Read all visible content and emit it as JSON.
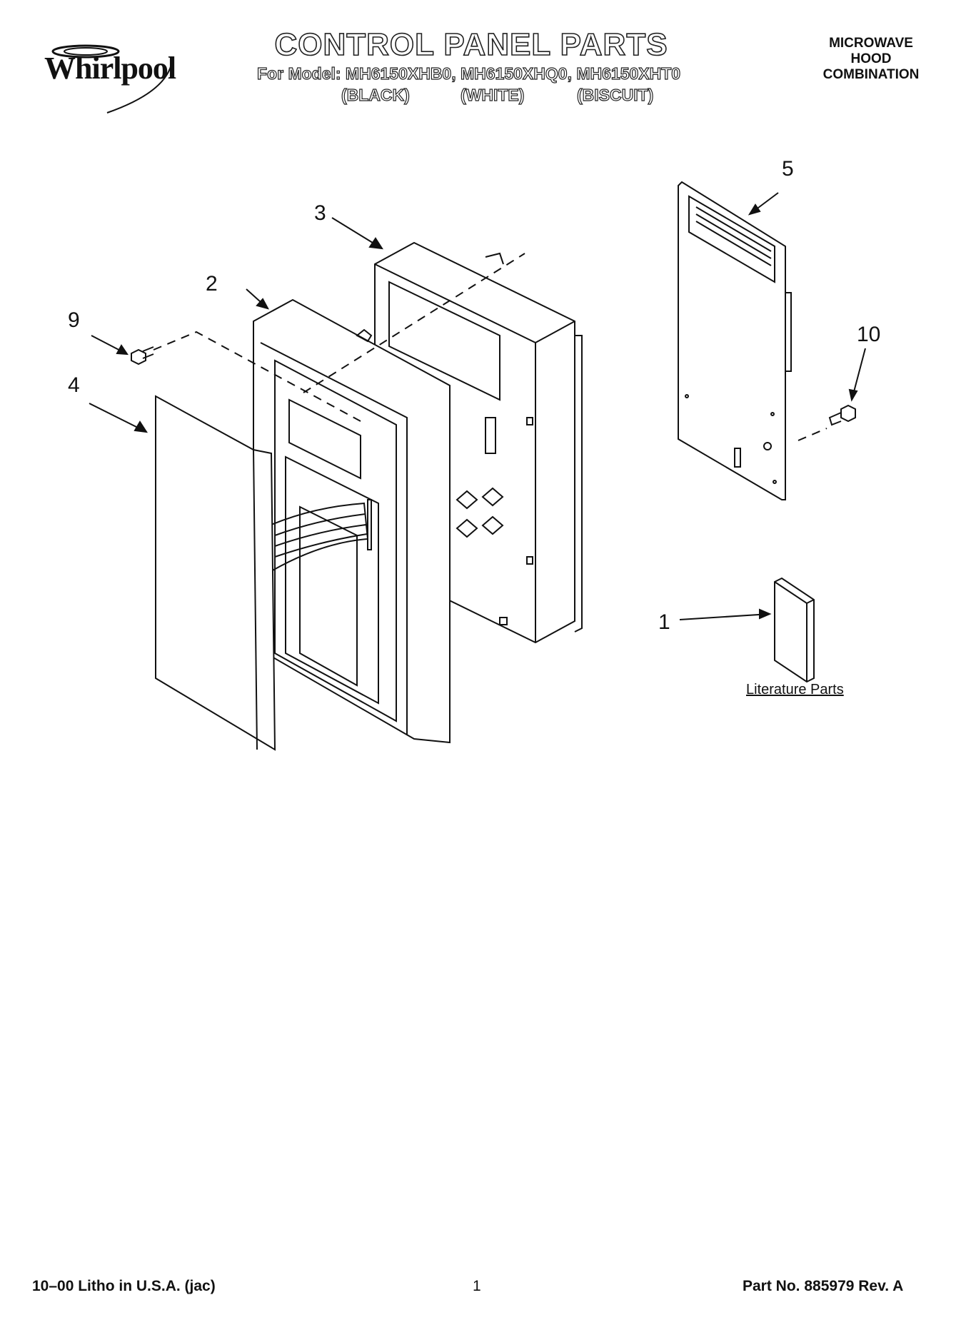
{
  "brand": {
    "name": "Whirlpool"
  },
  "header": {
    "title": "CONTROL PANEL PARTS",
    "model_line": "For Model: MH6150XHB0, MH6150XHQ0, MH6150XHT0",
    "colors": [
      "(BLACK)",
      "(WHITE)",
      "(BISCUIT)"
    ],
    "product_type": [
      "MICROWAVE",
      "HOOD",
      "COMBINATION"
    ]
  },
  "callouts": {
    "c1": "1",
    "c2": "2",
    "c3": "3",
    "c4": "4",
    "c5": "5",
    "c9": "9",
    "c10": "10"
  },
  "literature_label": "Literature Parts",
  "footer": {
    "left": "10–00 Litho in U.S.A. (jac)",
    "center": "1",
    "right": "Part No. 885979 Rev. A"
  }
}
